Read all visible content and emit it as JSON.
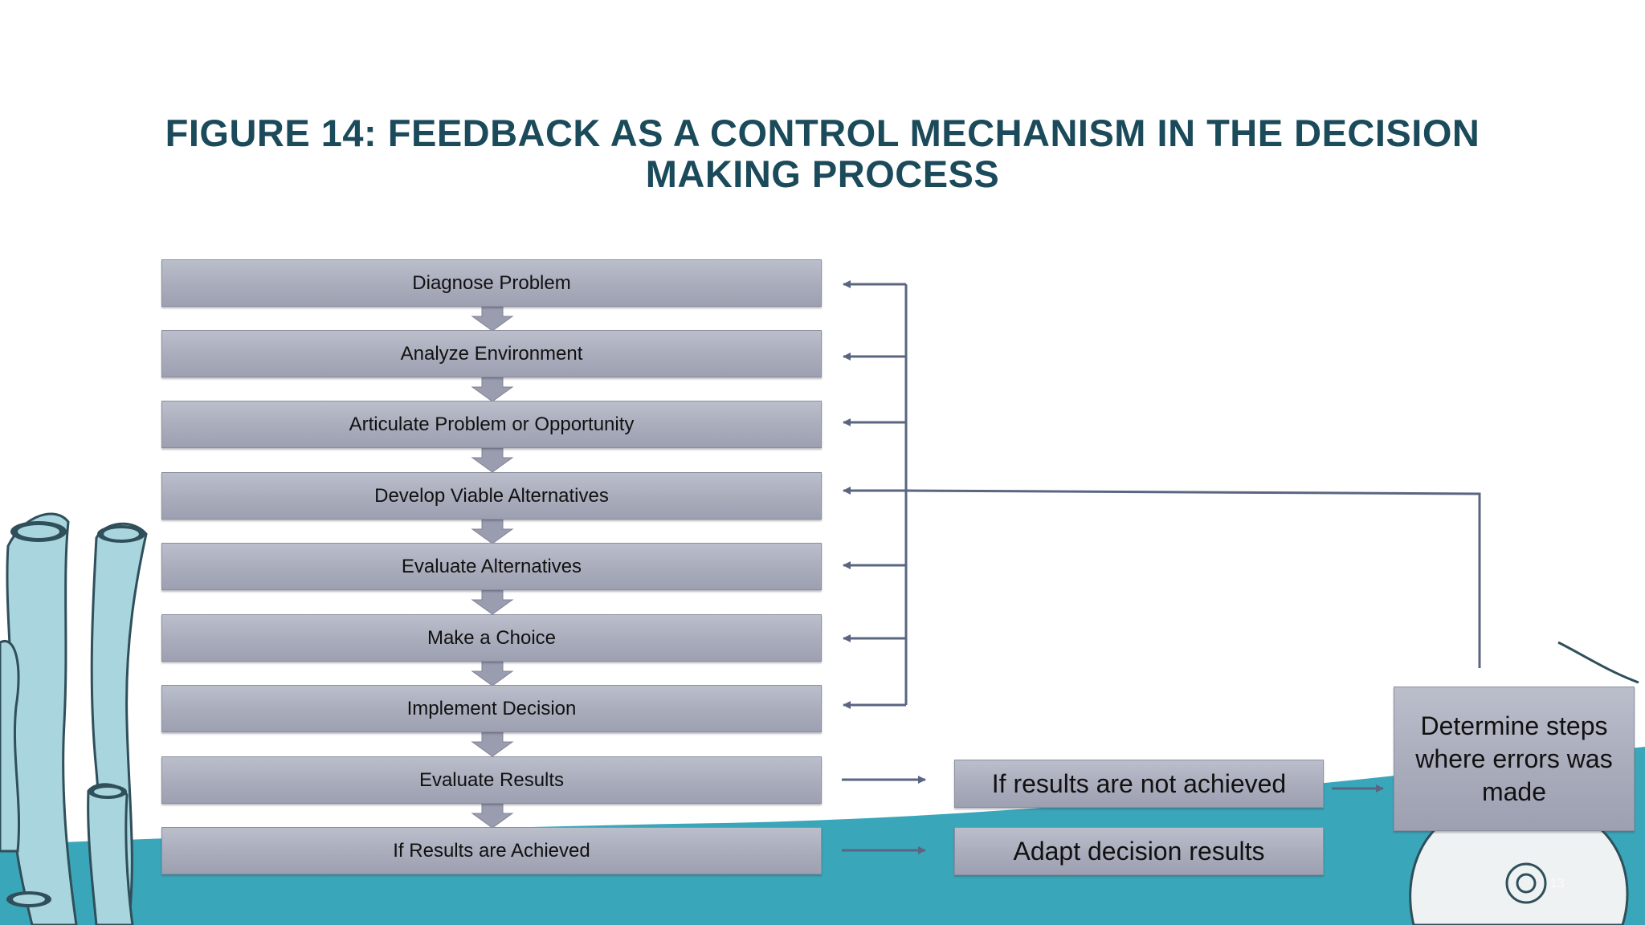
{
  "title": "FIGURE 14: FEEDBACK AS A CONTROL MECHANISM IN THE DECISION MAKING PROCESS",
  "steps": [
    "Diagnose Problem",
    "Analyze Environment",
    "Articulate Problem or Opportunity",
    "Develop Viable Alternatives",
    "Evaluate Alternatives",
    "Make a Choice",
    "Implement Decision",
    "Evaluate Results",
    "If Results are Achieved"
  ],
  "outcomes": {
    "not_achieved": "If results are not achieved",
    "adapt": "Adapt decision results",
    "determine": "Determine steps where errors was made"
  },
  "page_number": "13",
  "colors": {
    "title": "#1b4a5a",
    "box": "#a9acbb",
    "connector": "#5a6582",
    "wave": "#3aa6b9",
    "coral": "#a8d4dd"
  }
}
